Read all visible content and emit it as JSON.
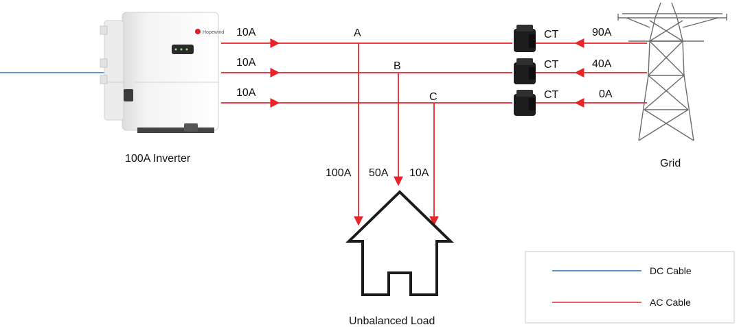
{
  "inverter": {
    "label": "100A Inverter",
    "brand": "Hopewind"
  },
  "grid": {
    "label": "Grid"
  },
  "load": {
    "label": "Unbalanced Load"
  },
  "phases": [
    {
      "name": "A",
      "inverter_current": "10A",
      "grid_current": "90A",
      "ct_label": "CT",
      "load_current": "100A"
    },
    {
      "name": "B",
      "inverter_current": "10A",
      "grid_current": "40A",
      "ct_label": "CT",
      "load_current": "50A"
    },
    {
      "name": "C",
      "inverter_current": "10A",
      "grid_current": "0A",
      "ct_label": "CT",
      "load_current": "10A"
    }
  ],
  "legend": {
    "items": [
      {
        "label": "DC Cable",
        "color": "#2e74b5"
      },
      {
        "label": "AC Cable",
        "color": "#e8232a"
      }
    ]
  },
  "colors": {
    "ac": "#e8232a",
    "dc": "#2e74b5"
  },
  "icons": {
    "inverter": "inverter-icon",
    "ct": "ct-clamp-icon",
    "grid": "transmission-tower-icon",
    "load": "house-icon"
  }
}
